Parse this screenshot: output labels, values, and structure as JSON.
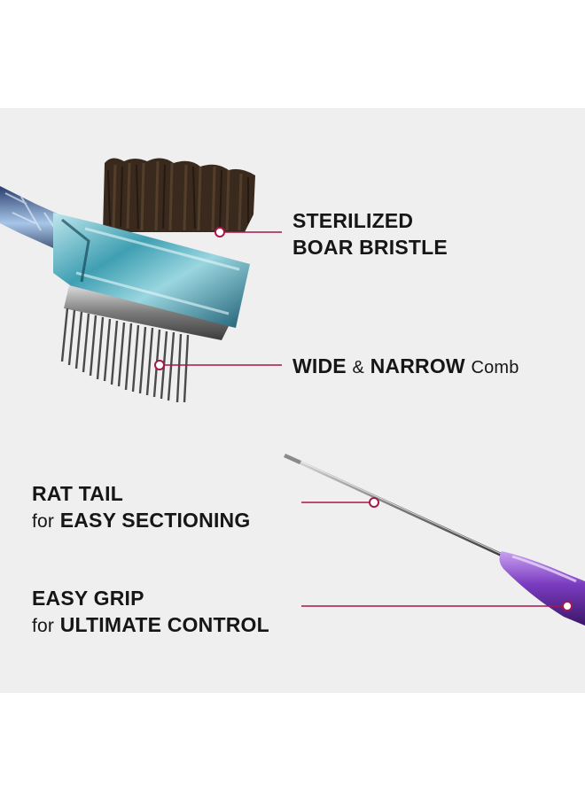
{
  "callouts": {
    "bristle": {
      "line1": "STERILIZED",
      "line2": "BOAR BRISTLE"
    },
    "comb": {
      "wide": "WIDE",
      "amp": "&",
      "narrow": "NARROW",
      "comb": "Comb"
    },
    "rat_tail": {
      "title": "RAT TAIL",
      "for": "for",
      "detail": "EASY SECTIONING"
    },
    "grip": {
      "title": "EASY GRIP",
      "for": "for",
      "detail": "ULTIMATE CONTROL"
    }
  },
  "colors": {
    "background": "#efefef",
    "accent_line": "#a8174a",
    "text": "#161616",
    "ferrule_teal": "#4aa8b8",
    "handle_purple": "#7b3fb8",
    "bristle_brown": "#3a2a1e"
  }
}
